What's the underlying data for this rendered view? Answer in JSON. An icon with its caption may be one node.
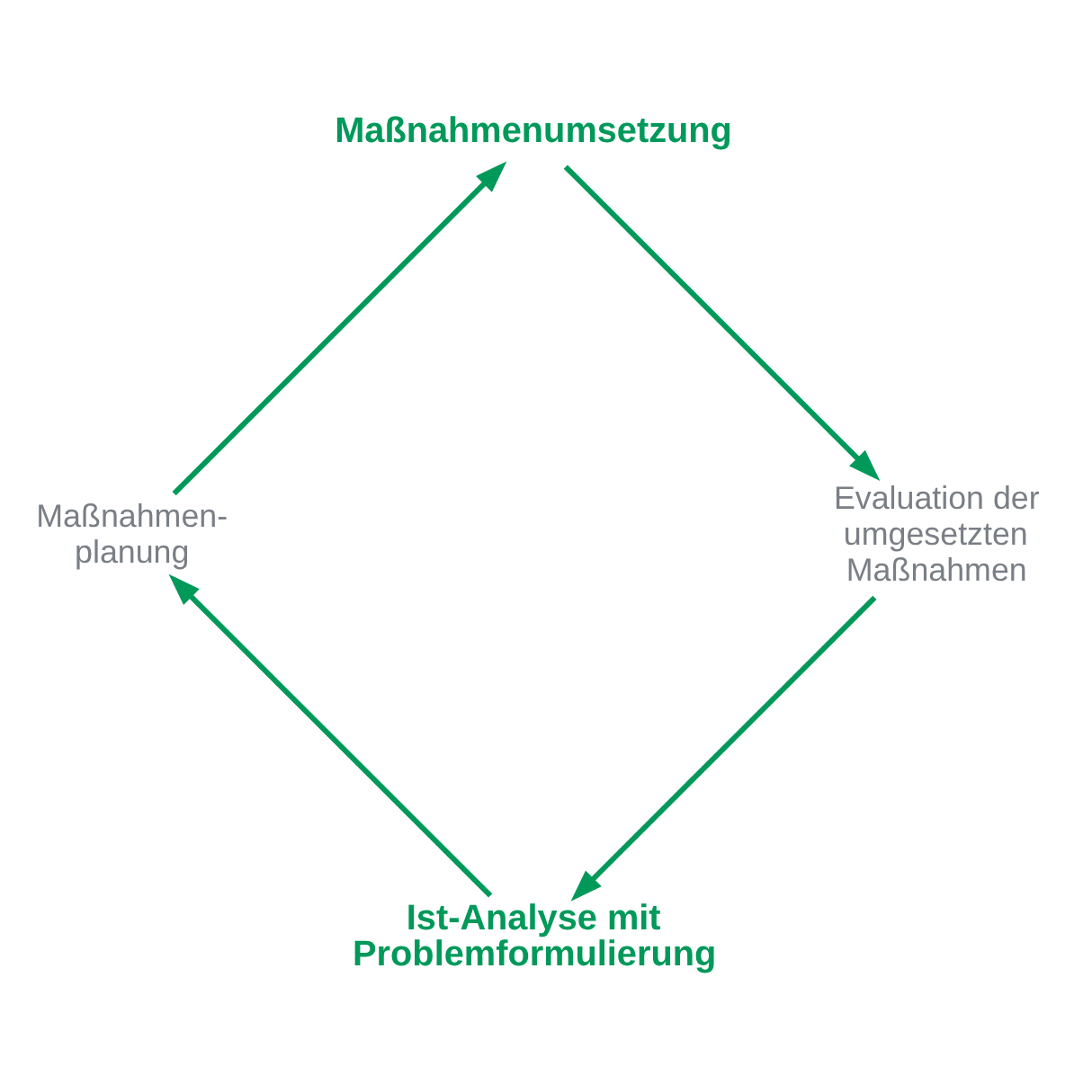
{
  "diagram": {
    "nodes": [
      {
        "text": [
          "Ist-Analyse mit Problemformulierung"
        ]
      },
      {
        "text": [
          "Maßnahmen- planung"
        ]
      },
      {
        "text": [
          "Maßnahmenumsetzung"
        ]
      },
      {
        "text": [
          "Evaluation der umgesetzten Maßnahmen"
        ]
      }
    ],
    "edges": [
      {
        "from": 0,
        "to": 1,
        "arrow": "to"
      },
      {
        "from": 1,
        "to": 2,
        "arrow": "to"
      },
      {
        "from": 2,
        "to": 3,
        "arrow": "to"
      },
      {
        "from": 3,
        "to": 0,
        "arrow": "to"
      }
    ]
  }
}
